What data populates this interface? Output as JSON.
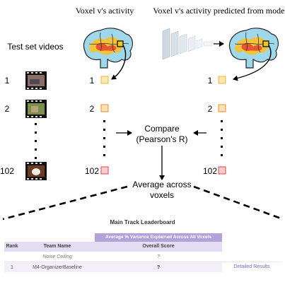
{
  "headers": {
    "voxel_activity": "Voxel v's activity",
    "voxel_predicted": "Voxel v's activity predicted from model"
  },
  "left_label": "Test set videos",
  "rows": [
    {
      "left": "1",
      "mid": "1",
      "right": "1",
      "color": "#fde9b0",
      "border": "#f2b13a"
    },
    {
      "left": "2",
      "mid": "2",
      "right": "2",
      "color": "#fde2b8",
      "border": "#f08b2a"
    },
    {
      "left": "102",
      "mid": "102",
      "right": "102",
      "color": "#f7cccc",
      "border": "#d84848"
    }
  ],
  "compare": {
    "line1": "Compare",
    "line2": "(Pearson's R)"
  },
  "average": {
    "line1": "Average across",
    "line2": "voxels"
  },
  "leaderboard": {
    "title": "Main Track Leaderboard",
    "group_header": "Average % Variance Explained Across All Voxels",
    "columns": {
      "rank": "Rank",
      "team": "Team Name",
      "score": "Overall Score"
    },
    "rows": [
      {
        "rank": "",
        "team": "Noise Ceiling",
        "score": "?",
        "link": ""
      },
      {
        "rank": "1",
        "team": "M4-OrganizerBaseline",
        "score": "?",
        "link": "Detailed Results"
      }
    ]
  },
  "icons": {
    "brain": "brain-icon",
    "video": "video-frame-icon",
    "network": "neural-network-icon"
  },
  "colors": {
    "brain_base": "#9fd8ea",
    "brain_hot": "#f2c33a",
    "brain_warm": "#e8552f",
    "voxel_highlight": "#f7c51e"
  }
}
